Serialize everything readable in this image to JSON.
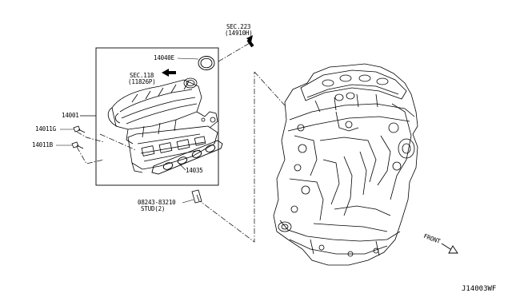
{
  "diagram": {
    "id": "J14003WF",
    "front_label": "FRONT",
    "parts": {
      "p14001": "14001",
      "p14011g": "14011G",
      "p14011b": "14011B",
      "p14040e": "14040E",
      "p14035": "14035",
      "stud_pn": "08243-83210",
      "stud_qty": "STUD(2)"
    },
    "section_refs": {
      "sec223": "SEC.223",
      "sec223_sub": "(14910H)",
      "sec118": "SEC.118",
      "sec118_sub": "(11826P)"
    }
  }
}
